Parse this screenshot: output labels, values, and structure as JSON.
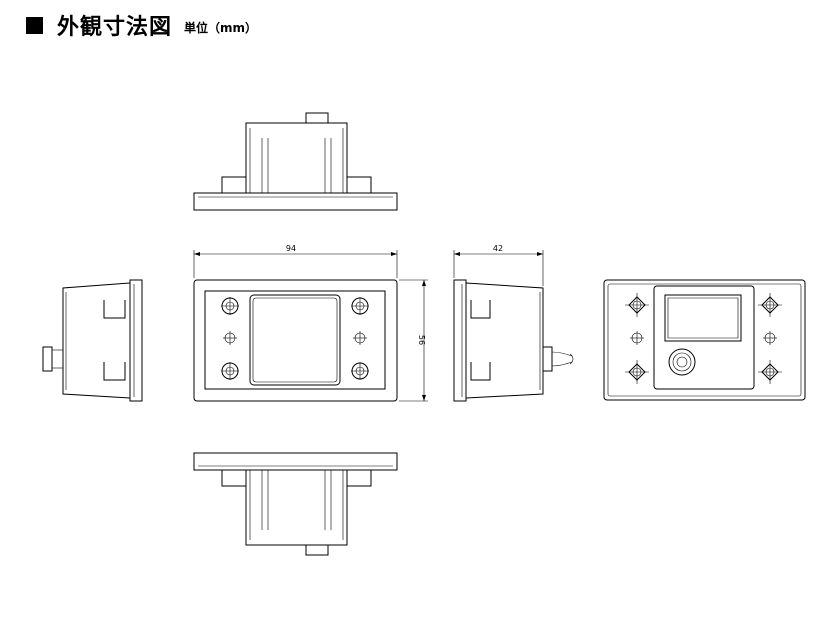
{
  "header": {
    "title": "外観寸法図",
    "unit_label": "単位（mm）"
  },
  "dimensions": {
    "width": "94",
    "height": "56",
    "depth": "42"
  }
}
